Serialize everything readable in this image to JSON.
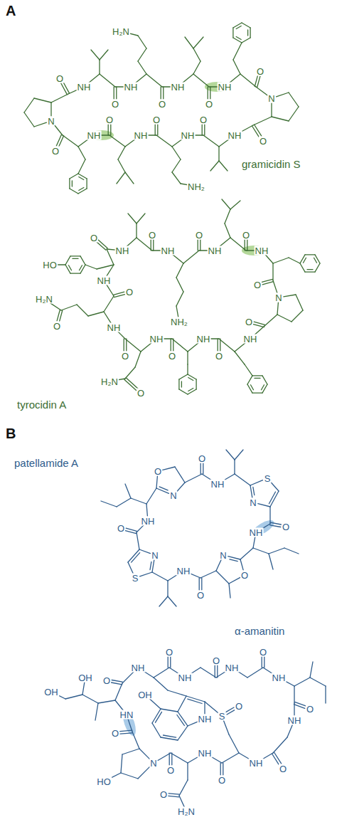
{
  "diagram": {
    "labels": [
      "A",
      "gramicidin S",
      "NH",
      "NH",
      "NH",
      "NH",
      "O",
      "O",
      "O",
      "O",
      "H₂N",
      "N",
      "O",
      "NH",
      "NH",
      "NH",
      "NH",
      "O",
      "O",
      "O",
      "O",
      "NH₂",
      "N",
      "O",
      "tyrocidin A",
      "NH",
      "NH",
      "NH",
      "NH",
      "N",
      "O",
      "O",
      "O",
      "O",
      "NH₂",
      "O",
      "NH",
      "NH",
      "NH",
      "NH",
      "NH",
      "O",
      "O",
      "O",
      "O",
      "O",
      "O",
      "H₂N",
      "O",
      "H₂N",
      "HO",
      "B",
      "patellamide A",
      "O",
      "N",
      "O",
      "NH",
      "S",
      "N",
      "O",
      "NH",
      "O",
      "N",
      "O",
      "NH",
      "N",
      "S",
      "O",
      "NH",
      "α-amanitin",
      "HN",
      "NH",
      "NH",
      "NH",
      "NH",
      "NH",
      "NH",
      "NH",
      "N",
      "O",
      "O",
      "O",
      "O",
      "O",
      "O",
      "O",
      "O",
      "O",
      "HO",
      "OH",
      "OH",
      "NH",
      "OH",
      "S",
      "O",
      "O",
      "H₂N"
    ]
  }
}
